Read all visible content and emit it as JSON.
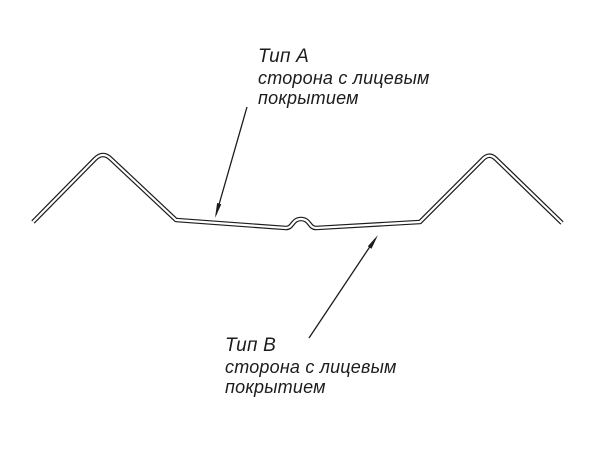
{
  "diagram": {
    "type": "technical-profile-cross-section",
    "labels": {
      "a": {
        "title": "Тип А",
        "desc1": "сторона с лицевым",
        "desc2": "покрытием"
      },
      "b": {
        "title": "Тип В",
        "desc1": "сторона с лицевым",
        "desc2": "покрытием"
      }
    },
    "colors": {
      "line": "#1c1c1c",
      "background": "#ffffff"
    }
  }
}
